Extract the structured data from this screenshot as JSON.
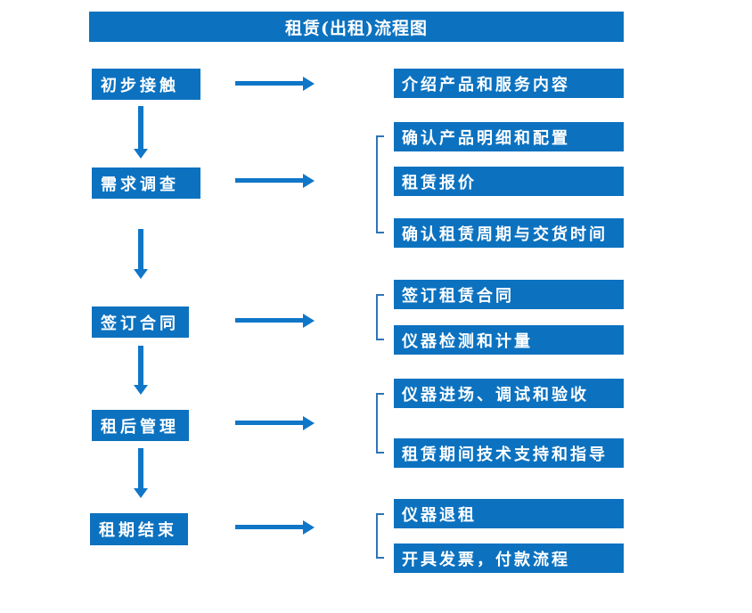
{
  "flow": {
    "title": "租赁(出租)流程图",
    "stages": [
      {
        "label": "初步接触",
        "outputs": [
          "介绍产品和服务内容"
        ]
      },
      {
        "label": "需求调查",
        "outputs": [
          "确认产品明细和配置",
          "租赁报价",
          "确认租赁周期与交货时间"
        ]
      },
      {
        "label": "签订合同",
        "outputs": [
          "签订租赁合同",
          "仪器检测和计量"
        ]
      },
      {
        "label": "租后管理",
        "outputs": [
          "仪器进场、调试和验收",
          "租赁期间技术支持和指导"
        ]
      },
      {
        "label": "租期结束",
        "outputs": [
          "仪器退租",
          "开具发票，付款流程"
        ]
      }
    ],
    "colors": {
      "box_fill": "#0c72c0",
      "arrow": "#0f76c8",
      "bracket": "#2e74b5",
      "text": "#ffffff",
      "background": "#ffffff"
    }
  }
}
